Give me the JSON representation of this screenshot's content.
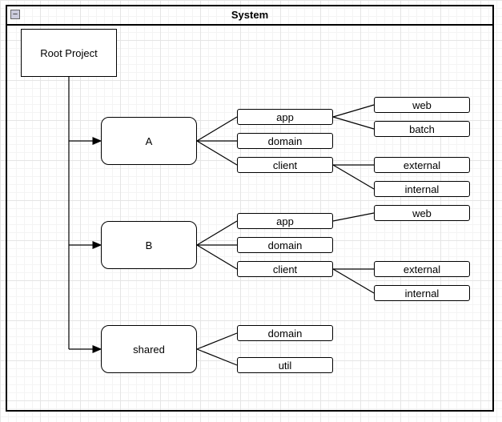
{
  "window": {
    "title": "System",
    "collapse_glyph": "−"
  },
  "colors": {
    "stroke": "#000000",
    "node_fill": "#ffffff",
    "grid_minor": "#f4f4f4",
    "grid_major": "#e5e5e5"
  },
  "nodes": {
    "root": {
      "label": "Root Project"
    },
    "a": {
      "label": "A"
    },
    "a_app": {
      "label": "app"
    },
    "a_domain": {
      "label": "domain"
    },
    "a_client": {
      "label": "client"
    },
    "a_web": {
      "label": "web"
    },
    "a_batch": {
      "label": "batch"
    },
    "a_external": {
      "label": "external"
    },
    "a_internal": {
      "label": "internal"
    },
    "b": {
      "label": "B"
    },
    "b_app": {
      "label": "app"
    },
    "b_domain": {
      "label": "domain"
    },
    "b_client": {
      "label": "client"
    },
    "b_web": {
      "label": "web"
    },
    "b_external": {
      "label": "external"
    },
    "b_internal": {
      "label": "internal"
    },
    "shared": {
      "label": "shared"
    },
    "shared_domain": {
      "label": "domain"
    },
    "shared_util": {
      "label": "util"
    }
  },
  "edges": [
    {
      "from": "root",
      "to": "a",
      "arrow": true
    },
    {
      "from": "root",
      "to": "b",
      "arrow": true
    },
    {
      "from": "root",
      "to": "shared",
      "arrow": true
    },
    {
      "from": "a",
      "to": "a_app",
      "arrow": false
    },
    {
      "from": "a",
      "to": "a_domain",
      "arrow": false
    },
    {
      "from": "a",
      "to": "a_client",
      "arrow": false
    },
    {
      "from": "a_app",
      "to": "a_web",
      "arrow": false
    },
    {
      "from": "a_app",
      "to": "a_batch",
      "arrow": false
    },
    {
      "from": "a_client",
      "to": "a_external",
      "arrow": false
    },
    {
      "from": "a_client",
      "to": "a_internal",
      "arrow": false
    },
    {
      "from": "b",
      "to": "b_app",
      "arrow": false
    },
    {
      "from": "b",
      "to": "b_domain",
      "arrow": false
    },
    {
      "from": "b",
      "to": "b_client",
      "arrow": false
    },
    {
      "from": "b_app",
      "to": "b_web",
      "arrow": false
    },
    {
      "from": "b_client",
      "to": "b_external",
      "arrow": false
    },
    {
      "from": "b_client",
      "to": "b_internal",
      "arrow": false
    },
    {
      "from": "shared",
      "to": "shared_domain",
      "arrow": false
    },
    {
      "from": "shared",
      "to": "shared_util",
      "arrow": false
    }
  ]
}
